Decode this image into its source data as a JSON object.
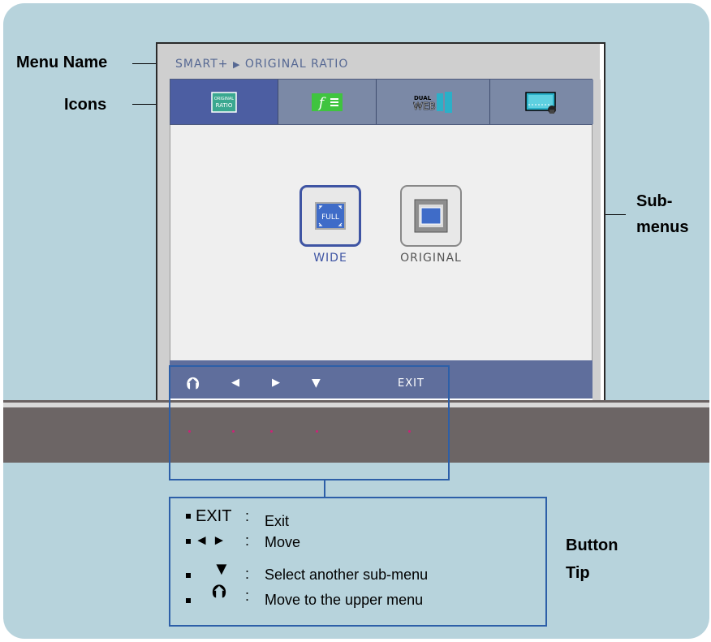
{
  "callouts": {
    "menu_name": "Menu Name",
    "icons": "Icons",
    "sub_menus_line1": "Sub-",
    "sub_menus_line2": "menus",
    "button_tip_line1": "Button",
    "button_tip_line2": "Tip"
  },
  "osd": {
    "title_prefix": "SMART+",
    "title_arrow": "▶",
    "title_suffix": "ORIGINAL RATIO",
    "tabs": [
      {
        "icon": "original-ratio-icon",
        "text_top": "ORIGINAL",
        "text_bottom": "RATIO",
        "active": true
      },
      {
        "icon": "f-engine-icon",
        "glyph": "f",
        "active": false
      },
      {
        "icon": "dual-web-icon",
        "text_top": "DUAL",
        "text_bottom": "WEB",
        "active": false
      },
      {
        "icon": "picture-in-picture-icon",
        "active": false
      }
    ],
    "options": [
      {
        "label": "WIDE",
        "icon_text": "FULL",
        "selected": true
      },
      {
        "label": "ORIGINAL",
        "selected": false
      }
    ],
    "buttons": [
      {
        "glyph": "⮉",
        "icon": "upper-menu-icon"
      },
      {
        "glyph": "◀",
        "icon": "left-arrow-icon"
      },
      {
        "glyph": "▶",
        "icon": "right-arrow-icon"
      },
      {
        "glyph": "▼",
        "icon": "down-arrow-icon"
      },
      {
        "label": "EXIT"
      }
    ]
  },
  "tips": [
    {
      "key": "EXIT",
      "sep": ":",
      "desc": "Exit"
    },
    {
      "key": "◄ ►",
      "sep": ":",
      "desc": "Move"
    },
    {
      "key": "▼",
      "sep": ":",
      "desc": "Select another sub-menu"
    },
    {
      "key": "⮉",
      "sep": ":",
      "desc": "Move to the upper menu"
    }
  ],
  "colors": {
    "background": "#b7d3dc",
    "osd_title": "#566893",
    "tab_active": "#4c5ea2",
    "tab_inactive": "#7b89a6",
    "button_bar": "#5f6e9c",
    "selected_border": "#3e54a3",
    "callout_box": "#2d5fa8",
    "led_dot": "#cc2277"
  }
}
